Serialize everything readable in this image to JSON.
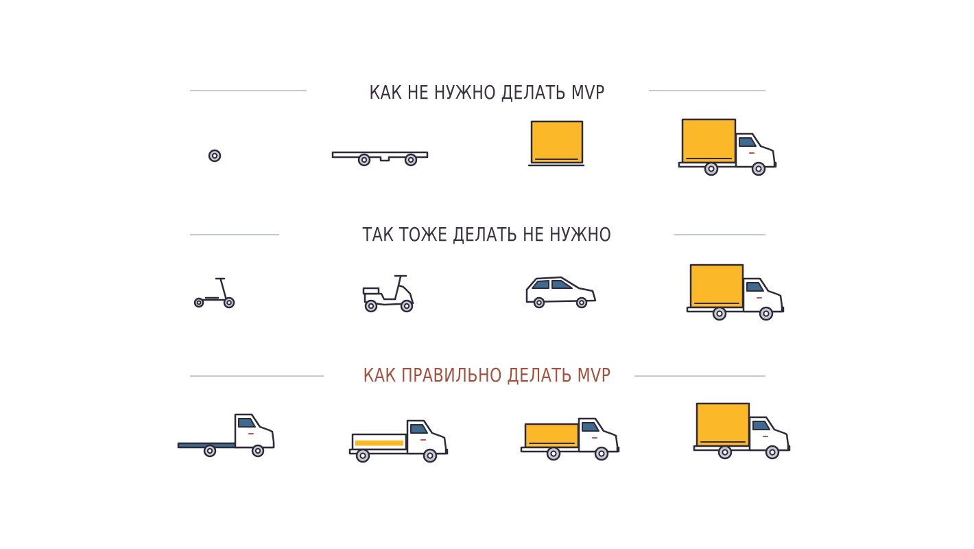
{
  "rows": [
    {
      "title": "КАК НЕ НУЖНО ДЕЛАТЬ MVP",
      "icons": [
        "wheel-icon",
        "chassis-icon",
        "box-icon",
        "box-truck-icon"
      ]
    },
    {
      "title": "ТАК ТОЖЕ ДЕЛАТЬ НЕ НУЖНО",
      "icons": [
        "kick-scooter-icon",
        "moped-icon",
        "car-icon",
        "box-truck-icon"
      ]
    },
    {
      "title": "КАК ПРАВИЛЬНО ДЕЛАТЬ MVP",
      "icons": [
        "flatbed-truck-icon",
        "low-side-truck-icon",
        "high-side-truck-icon",
        "box-truck-icon"
      ]
    }
  ],
  "colors": {
    "outline": "#2e2a3a",
    "cargo": "#fbb829",
    "window": "#3d6a8e",
    "rule": "#c4c7d8",
    "title": "#3a3140",
    "title_correct": "#a4503e"
  }
}
